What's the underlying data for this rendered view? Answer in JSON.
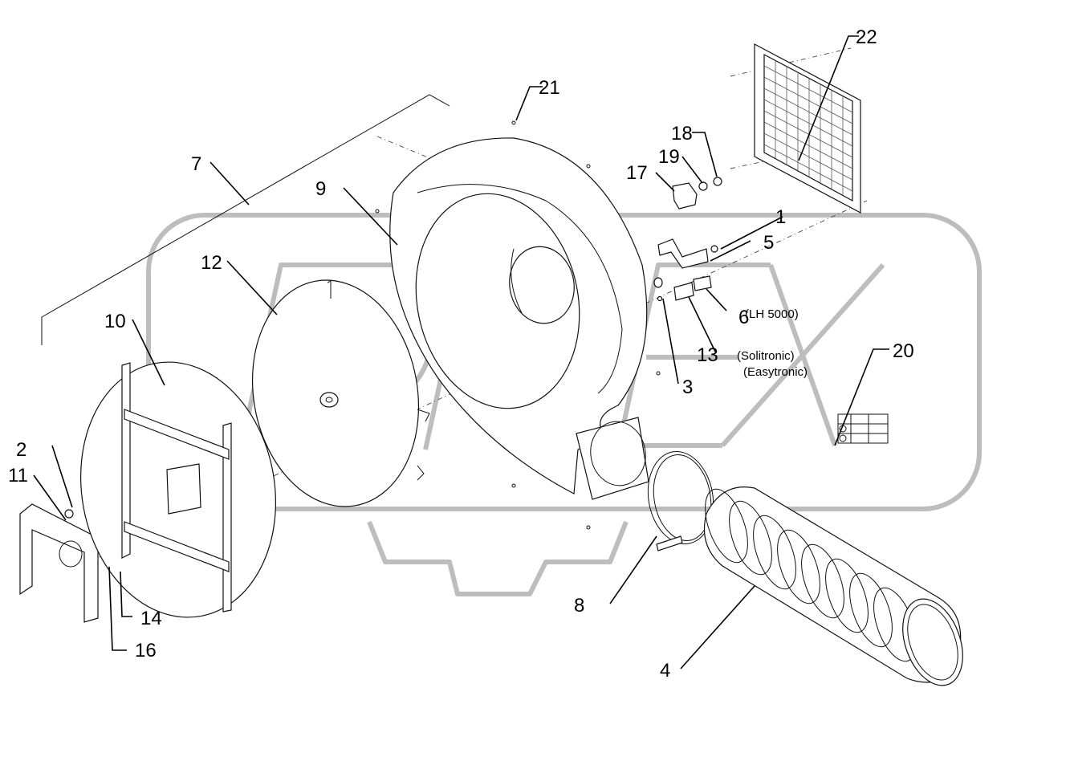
{
  "callouts": [
    {
      "id": "1",
      "text": "1"
    },
    {
      "id": "2",
      "text": "2"
    },
    {
      "id": "3",
      "text": "3"
    },
    {
      "id": "4",
      "text": "4"
    },
    {
      "id": "5",
      "text": "5"
    },
    {
      "id": "6",
      "text": "6"
    },
    {
      "id": "7",
      "text": "7"
    },
    {
      "id": "8",
      "text": "8"
    },
    {
      "id": "9",
      "text": "9"
    },
    {
      "id": "10",
      "text": "10"
    },
    {
      "id": "11",
      "text": "11"
    },
    {
      "id": "12",
      "text": "12"
    },
    {
      "id": "13",
      "text": "13"
    },
    {
      "id": "14",
      "text": "14"
    },
    {
      "id": "16",
      "text": "16"
    },
    {
      "id": "17",
      "text": "17"
    },
    {
      "id": "18",
      "text": "18"
    },
    {
      "id": "19",
      "text": "19"
    },
    {
      "id": "20",
      "text": "20"
    },
    {
      "id": "21",
      "text": "21"
    },
    {
      "id": "22",
      "text": "22"
    }
  ],
  "notes": {
    "lh": "(LH 5000)",
    "solitronic": "(Solitronic)",
    "easytronic": "(Easytronic)"
  },
  "colors": {
    "line": "#111111",
    "watermark": "#bdbdbd",
    "background": "#ffffff"
  }
}
